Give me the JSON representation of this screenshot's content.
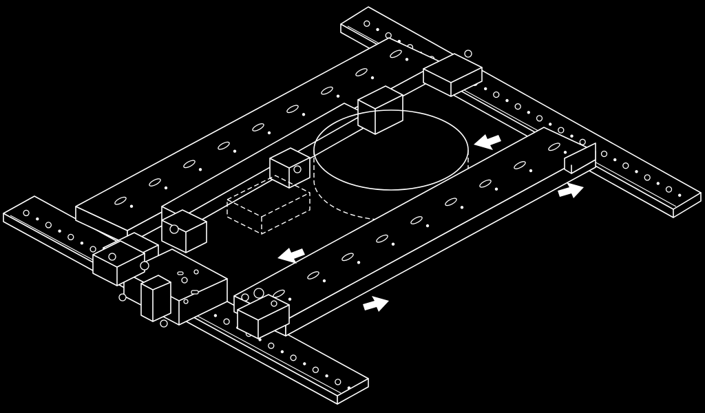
{
  "figure": {
    "background": "#000000",
    "line_color": "#ffffff",
    "components": [
      "left-linear-rail",
      "right-linear-rail",
      "rear-beam",
      "front-beam",
      "clamp-carriage",
      "cylindrical-workpiece",
      "motion-arrows"
    ],
    "arrow_count": 4
  }
}
